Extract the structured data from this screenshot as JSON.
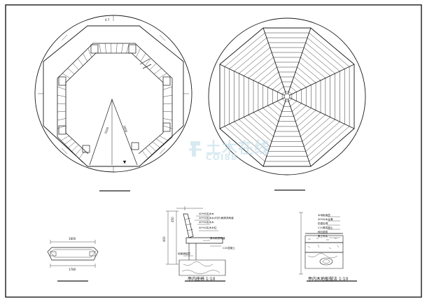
{
  "drawing": {
    "seat_section_caption": "亭内座椅 1:10",
    "deck_section_caption": "亭内木地板做法 1:10",
    "plan_dim_top": "4.7",
    "plan_dim_diag": "3500",
    "plan_dim_radius": "3000",
    "seat_plan_dim_top": "1800",
    "seat_plan_dim_bottom": "1780",
    "seat_height_dim": "400",
    "seat_total_dim": "450",
    "seat_notes": [
      "40*60实木木",
      "20*50实木木(内外)刷清漆两道",
      "40*40实木木",
      "40*40实木木柱",
      "原木刷漆两道",
      "C20混凝土",
      "地面铺装层"
    ],
    "deck_notes": [
      "木地板面层",
      "40*60木龙骨",
      "防腐处理",
      "C15素混凝土",
      "碎石垫层",
      "素土夯实"
    ]
  },
  "watermark": {
    "text_cn": "土木在线",
    "text_en": "COI88"
  },
  "colors": {
    "line": "#1a1a1a",
    "watermark": "#b9d9e6"
  }
}
